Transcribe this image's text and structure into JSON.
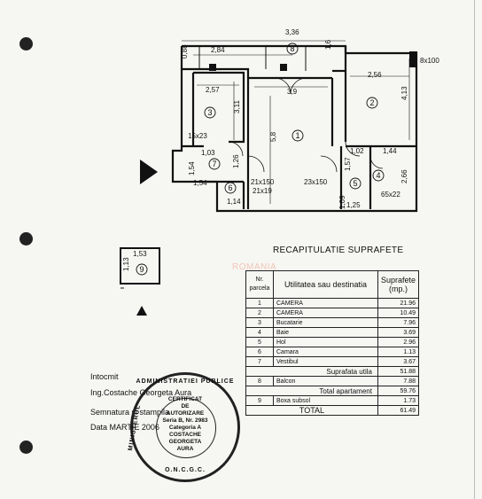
{
  "plan": {
    "dims": {
      "top_width": "3,36",
      "balcony_width": "2,84",
      "dim_088": "0,88",
      "dim_16": "1,6",
      "room3_width": "2,57",
      "room1_width": "3,9",
      "room2_width": "2,56",
      "room3_height": "3,11",
      "room1_height": "5,8",
      "room2_height": "4,13",
      "pillar": "8x100",
      "col_15x23": "15x23",
      "dim_103": "1,03",
      "dim_126": "1,26",
      "dim_154_v": "1,54",
      "dim_154_h": "1,54",
      "dim_21x150": "21x150",
      "dim_21x19": "21x19",
      "dim_23x150": "23x150",
      "dim_114": "1,14",
      "dim_102": "1,02",
      "dim_157": "1,57",
      "dim_144": "1,44",
      "dim_266": "2,66",
      "dim_65x22": "65x22",
      "dim_109": "1,09",
      "dim_125": "1,25",
      "box_width": "1,53",
      "box_height": "1,13"
    },
    "rooms": {
      "r1": "1",
      "r2": "2",
      "r3": "3",
      "r4": "4",
      "r5": "5",
      "r6": "6",
      "r7": "7",
      "r8": "8",
      "r9": "9"
    }
  },
  "recap": {
    "title": "RECAPITULATIE SUPRAFETE",
    "watermark": "ROMANIA",
    "headers": {
      "nr": "Nr. parcela",
      "use": "Utilitatea sau destinatia",
      "area": "Suprafete (mp.)"
    },
    "rows": [
      {
        "nr": "1",
        "name": "CAMERA",
        "area": "21.96"
      },
      {
        "nr": "2",
        "name": "CAMERA",
        "area": "10.49"
      },
      {
        "nr": "3",
        "name": "Bucatarie",
        "area": "7.96"
      },
      {
        "nr": "4",
        "name": "Baie",
        "area": "3.69"
      },
      {
        "nr": "5",
        "name": "Hol",
        "area": "2.96"
      },
      {
        "nr": "6",
        "name": "Camara",
        "area": "1.13"
      },
      {
        "nr": "7",
        "name": "Vestibul",
        "area": "3.67"
      }
    ],
    "useful_label": "Suprafata utila",
    "useful_value": "51.88",
    "balcony": {
      "nr": "8",
      "name": "Balcon",
      "area": "7.88"
    },
    "total_apt_label": "Total apartament",
    "total_apt_value": "59.76",
    "basement": {
      "nr": "9",
      "name": "Boxa subsol",
      "area": "1.73"
    },
    "total_label": "TOTAL",
    "total_value": "61.49"
  },
  "notes": {
    "intocmit": "Intocmit",
    "author": "Ing.Costache Georgeta Aura",
    "signature": "Semnatura si stampila",
    "date": "Data  MARTIE  2006"
  },
  "stamp": {
    "ring_top": "ADMINISTRATIEI PUBLICE",
    "ring_left": "MINISTERUL",
    "line1": "CERTIFICAT",
    "line2": "DE",
    "line3": "AUTORIZARE",
    "line4": "Seria B, Nr. 2983",
    "line5": "Categoria A",
    "line6": "COSTACHE",
    "line7": "GEORGETA",
    "line8": "AURA",
    "ring_bottom": "O.N.C.G.C."
  }
}
